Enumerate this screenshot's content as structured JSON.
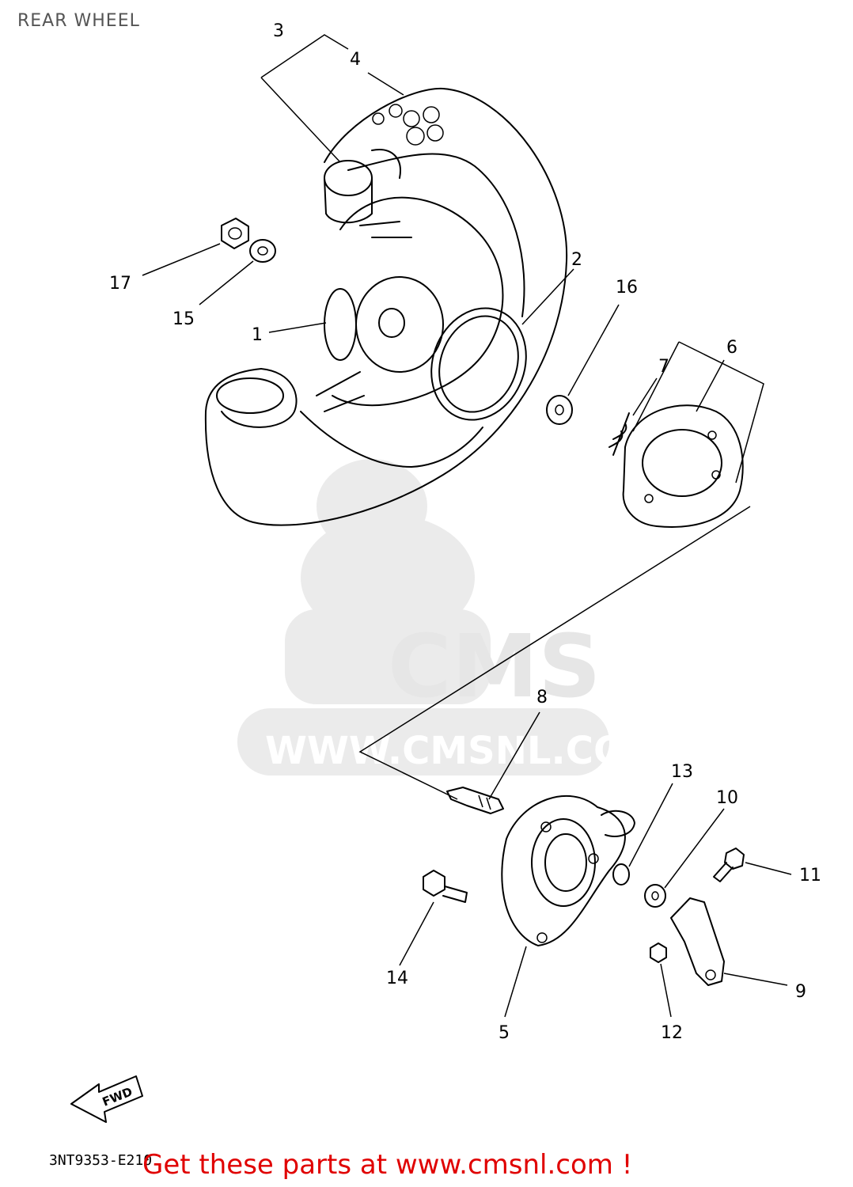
{
  "title": "REAR WHEEL",
  "watermark": {
    "brand": "CMS",
    "url": "WWW.CMSNL.COM"
  },
  "fwd_label": "FWD",
  "drawing_code": "3NT9353-E210",
  "footer_link": "Get these parts at www.cmsnl.com !",
  "colors": {
    "footer_link": "#e00000",
    "line_art": "#000000",
    "watermark": "#ebebeb"
  },
  "callouts": [
    {
      "id": "1",
      "label": "1"
    },
    {
      "id": "2",
      "label": "2"
    },
    {
      "id": "3",
      "label": "3"
    },
    {
      "id": "4",
      "label": "4"
    },
    {
      "id": "5",
      "label": "5"
    },
    {
      "id": "6",
      "label": "6"
    },
    {
      "id": "7",
      "label": "7"
    },
    {
      "id": "8",
      "label": "8"
    },
    {
      "id": "9",
      "label": "9"
    },
    {
      "id": "10",
      "label": "10"
    },
    {
      "id": "11",
      "label": "11"
    },
    {
      "id": "12",
      "label": "12"
    },
    {
      "id": "13",
      "label": "13"
    },
    {
      "id": "14",
      "label": "14"
    },
    {
      "id": "15",
      "label": "15"
    },
    {
      "id": "16",
      "label": "16"
    },
    {
      "id": "17",
      "label": "17"
    }
  ]
}
